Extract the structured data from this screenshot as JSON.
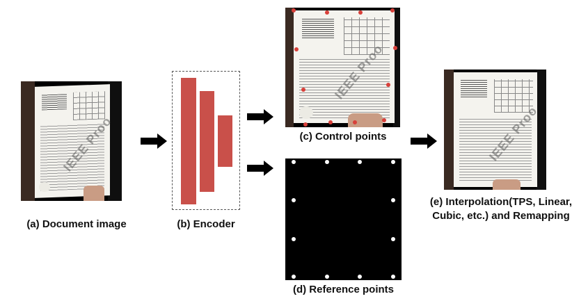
{
  "captions": {
    "a": "(a) Document image",
    "b": "(b) Encoder",
    "c": "(c) Control points",
    "d": "(d) Reference points",
    "e_line1": "(e) Interpolation(TPS, Linear,",
    "e_line2": "Cubic, etc.) and Remapping"
  },
  "watermark": "IEEE Proo",
  "colors": {
    "encoder_block": "#c9504a",
    "control_point": "#d8403a",
    "reference_point": "#ffffff",
    "arrow": "#000000"
  }
}
